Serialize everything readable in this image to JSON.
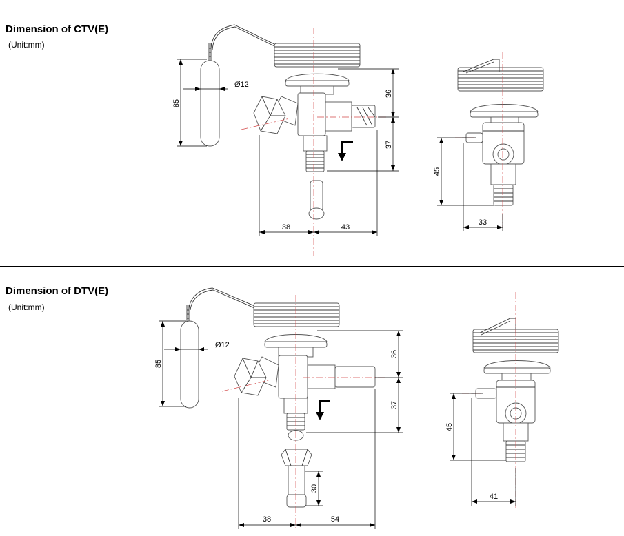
{
  "sections": [
    {
      "title": "Dimension of CTV(E)",
      "unit": "(Unit:mm)",
      "dims": {
        "bulb_height": "85",
        "bulb_dia": "Ø12",
        "top": "36",
        "body": "37",
        "left": "38",
        "right": "43",
        "side_height": "45",
        "side_width": "33"
      }
    },
    {
      "title": "Dimension of DTV(E)",
      "unit": "(Unit:mm)",
      "dims": {
        "bulb_height": "85",
        "bulb_dia": "Ø12",
        "top": "36",
        "body": "37",
        "fitting": "30",
        "left": "38",
        "right": "54",
        "side_height": "45",
        "side_width": "41"
      }
    }
  ],
  "colors": {
    "centerline": "#d24a4a",
    "outline": "#3a3a3a"
  }
}
